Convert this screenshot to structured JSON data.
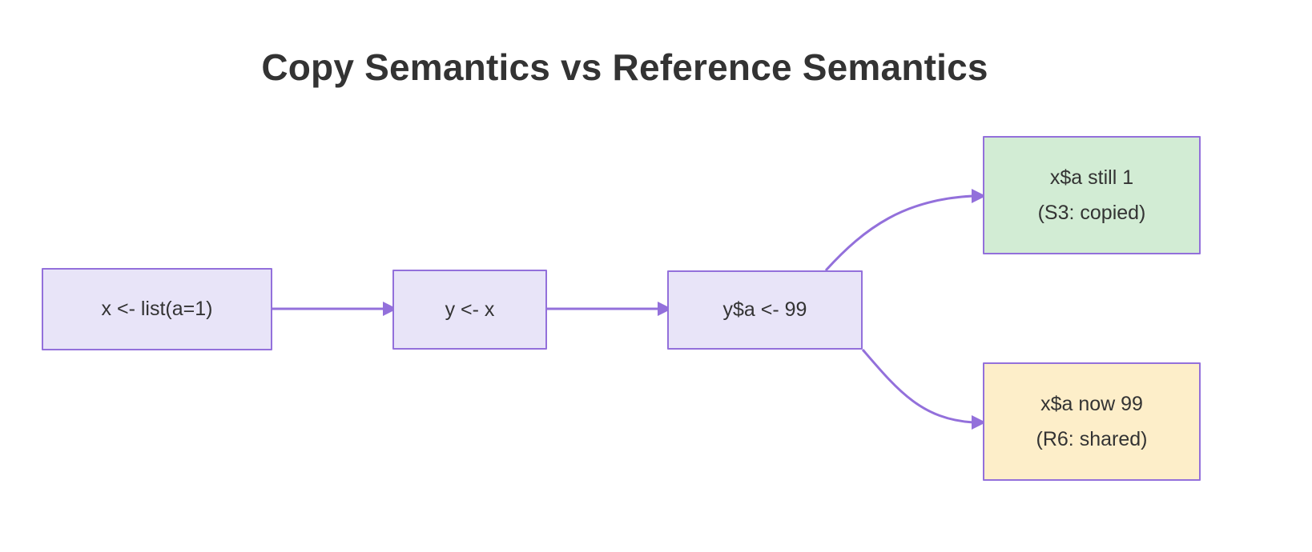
{
  "diagram": {
    "title": "Copy Semantics vs Reference Semantics",
    "type": "flowchart",
    "direction": "left-to-right",
    "colors": {
      "background": "#ffffff",
      "title_text": "#333333",
      "node_text": "#333333",
      "edge": "#9370db",
      "node_border": "#9370db",
      "lavender_fill": "#e8e4f8",
      "green_fill": "#d2ecd4",
      "yellow_fill": "#fdeec9"
    },
    "nodes": [
      {
        "id": "x-assign",
        "label": "x <- list(a=1)",
        "lines": [
          "x <- list(a=1)"
        ],
        "fill": "lavender"
      },
      {
        "id": "y-assign",
        "label": "y <- x",
        "lines": [
          "y <- x"
        ],
        "fill": "lavender"
      },
      {
        "id": "y-mutate",
        "label": "y$a <- 99",
        "lines": [
          "y$a <- 99"
        ],
        "fill": "lavender"
      },
      {
        "id": "s3-copy",
        "label": "x$a still 1 (S3: copied)",
        "lines": [
          "x$a still 1",
          "(S3: copied)"
        ],
        "fill": "green"
      },
      {
        "id": "r6-share",
        "label": "x$a now 99 (R6: shared)",
        "lines": [
          "x$a now 99",
          "(R6: shared)"
        ],
        "fill": "yellow"
      }
    ],
    "edges": [
      {
        "from": "x-assign",
        "to": "y-assign",
        "style": "straight",
        "label": ""
      },
      {
        "from": "y-assign",
        "to": "y-mutate",
        "style": "straight",
        "label": ""
      },
      {
        "from": "y-mutate",
        "to": "s3-copy",
        "style": "curved",
        "label": ""
      },
      {
        "from": "y-mutate",
        "to": "r6-share",
        "style": "curved",
        "label": ""
      }
    ]
  }
}
